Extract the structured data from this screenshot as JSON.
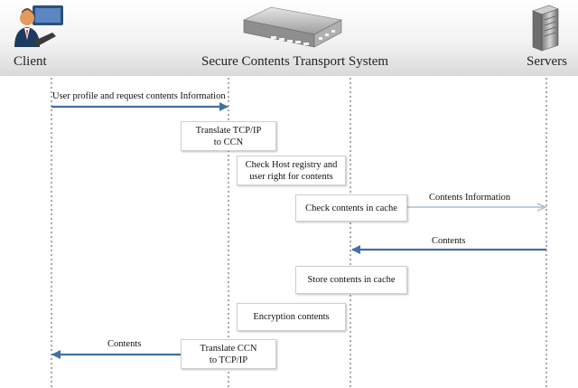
{
  "actors": {
    "client": "Client",
    "system": "Secure Contents Transport System",
    "servers": "Servers"
  },
  "icons": {
    "client": "user-laptop-icon",
    "system": "network-appliance-icon",
    "servers": "server-tower-icon"
  },
  "messages": {
    "request": "User profile and request contents Information",
    "contents_info": "Contents Information",
    "contents_from_server": "Contents",
    "contents_to_client": "Contents"
  },
  "steps": {
    "translate_in": "Translate TCP/IP\nto CCN",
    "check_registry": "Check Host registry and\nuser right for contents",
    "check_cache": "Check contents in cache",
    "store_cache": "Store contents in cache",
    "encryption": "Encryption contents",
    "translate_out": "Translate CCN\nto TCP/IP"
  },
  "colors": {
    "arrow_primary": "#3f6fa8",
    "arrow_light": "#a9bdd3",
    "lifeline": "#555555"
  }
}
